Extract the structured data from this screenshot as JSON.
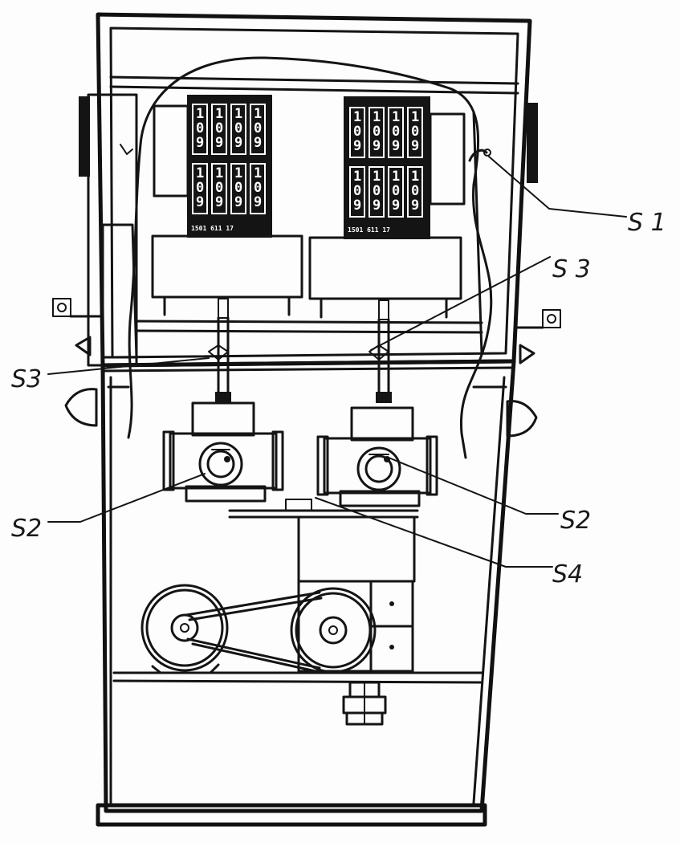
{
  "callouts": {
    "s1": "S 1",
    "s3_left": "S3",
    "s3_right": "S 3",
    "s2_left": "S2",
    "s2_right": "S2",
    "s4": "S4"
  },
  "displays": {
    "digit_top": "1",
    "digit_mid": "0",
    "digit_bot": "9",
    "panel_label": "1501 611 17"
  }
}
